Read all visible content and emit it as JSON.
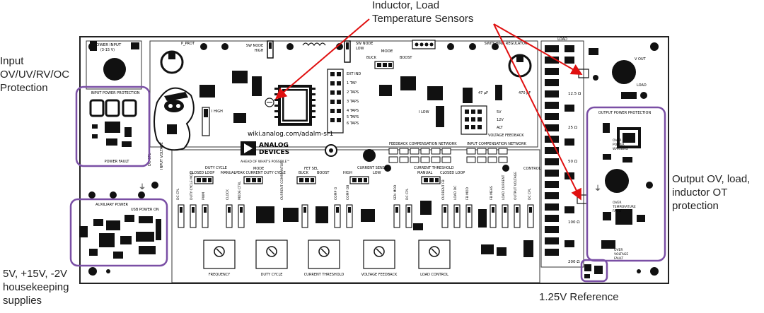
{
  "callouts": {
    "inductor_sensors": [
      "Inductor, Load",
      "Temperature Sensors"
    ],
    "input_protection": [
      "Input",
      "OV/UV/RV/OC",
      "Protection"
    ],
    "output_protection": [
      "Output OV, load,",
      "inductor OT",
      "protection"
    ],
    "housekeeping": [
      "5V, +15V, -2V",
      "housekeeping",
      "supplies"
    ],
    "reference": [
      "1.25V Reference"
    ]
  },
  "board": {
    "url": "wiki.analog.com/adalm-sr1",
    "logo_line1": "ANALOG",
    "logo_line2": "DEVICES",
    "logo_tagline": "AHEAD OF WHAT'S POSSIBLE™",
    "power_input": "POWER INPUT",
    "power_input_range": "(3-15 V)",
    "input_power_protection": "INPUT POWER PROTECTION",
    "power_fault": "POWER FAULT",
    "auxiliary_power": "AUXILIARY POWER",
    "usb_power_on": "USB POWER ON",
    "output_power_protection": "OUTPUT POWER PROTECTION",
    "over_power_warning": [
      "OVER",
      "POWER",
      "WARNING"
    ],
    "over_temperature_fault": [
      "OVER",
      "TEMPERATURE",
      "FAULT"
    ],
    "over_voltage_fault": [
      "OVER",
      "VOLTAGE",
      "FAULT"
    ],
    "switching_regulator": "SWITCHING REGULATOR",
    "load": "LOAD",
    "v_out": "V OUT",
    "load_label": "LOAD",
    "sw_node_high": [
      "SW NODE",
      "HIGH"
    ],
    "sw_node_low": [
      "SW NODE",
      "LOW"
    ],
    "mode": "MODE",
    "buck": "BUCK",
    "boost": "BOOST",
    "p_prot": "P_PROT",
    "ext_ind": "EXT IND",
    "taps": [
      "1 TAP",
      "2 TAPS",
      "3 TAPS",
      "4 TAPS",
      "5 TAPS",
      "6 TAPS"
    ],
    "i_high": "I HIGH",
    "i_low": "I LOW",
    "cap_47": "47 μF",
    "cap_470": "470 μF",
    "vfb_options": [
      "5V",
      "12V",
      "ALT"
    ],
    "voltage_feedback": "VOLTAGE FEEDBACK",
    "feedback_comp": "FEEDBACK COMPENSATION NETWORK",
    "input_comp": "INPUT COMPENSATION NETWORK",
    "control": "CONTROL",
    "load_resistors": [
      "12.5 Ω",
      "25 Ω",
      "50 Ω",
      "100 Ω",
      "200 Ω"
    ],
    "duty_cycle_group": [
      "DUTY CYCLE",
      "CLOSED LOOP",
      "MANUAL"
    ],
    "peak_current_group": [
      "PEAK CURRENT",
      "DUTY CYCLE"
    ],
    "mode_label": "MODE",
    "fet_sel": [
      "FET SEL",
      "BUCK",
      "BOOST"
    ],
    "current_sense": [
      "CURRENT SENSE",
      "HIGH",
      "LOW"
    ],
    "current_threshold_group": [
      "CURRENT THRESHOLD",
      "MANUAL",
      "CLOSED LOOP"
    ],
    "pots": [
      "FREQUENCY",
      "DUTY CYCLE",
      "CURRENT THRESHOLD",
      "VOLTAGE FEEDBACK",
      "LOAD CONTROL"
    ],
    "vertical_labels": [
      "DC CPL",
      "DUTY CYCLE MOD",
      "PWM",
      "CLOCK",
      "MODE CTRL",
      "CURRENT COMPARATOR",
      "COMP O",
      "COMP OB",
      "SEN MOD",
      "DC CPL",
      "CURRENT FB",
      "LOAD DC",
      "FB MOD",
      "FB MEAS",
      "LOAD CURRENT",
      "OUTPUT VOLTAGE",
      "DC CPL"
    ],
    "dc_cpl": "DC CPL",
    "input_voltage": "INPUT VOLTAGE"
  }
}
